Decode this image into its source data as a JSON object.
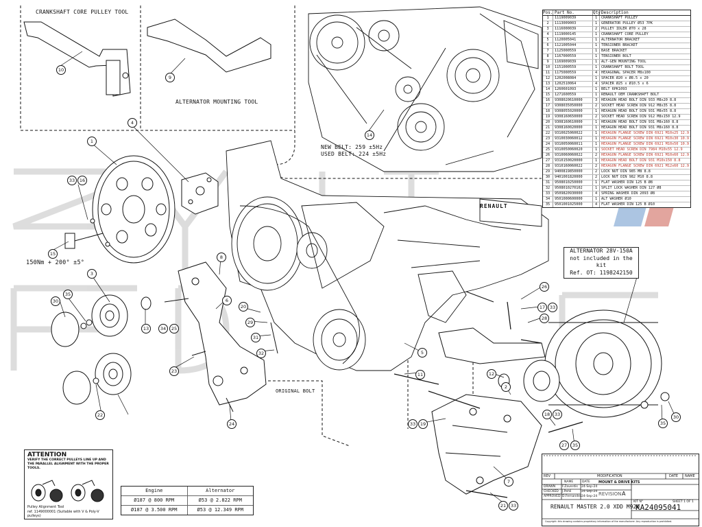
{
  "tools": {
    "crankshaft_title": "CRANKSHAFT CORE PULLEY TOOL",
    "alternator_title": "ALTERNATOR MOUNTING TOOL"
  },
  "belt": {
    "new": "NEW BELT: 259 ±5Hz",
    "used": "USED BELT: 224 ±5Hz"
  },
  "torque": "150Nm + 200° ±5°",
  "original_bolt": "ORIGINAL BOLT",
  "engine_brand": "RENAULT",
  "alternator_note": {
    "line1": "ALTERNATOR 28V-150A",
    "line2": "not included in the kit",
    "line3": "Ref. OT: 1198242150"
  },
  "callouts": [
    "10",
    "9",
    "4",
    "1",
    "33",
    "16",
    "15",
    "3",
    "30",
    "35",
    "13",
    "34",
    "25",
    "6",
    "8",
    "20",
    "29",
    "31",
    "32",
    "23",
    "24",
    "22",
    "14",
    "5",
    "11",
    "26",
    "17",
    "33",
    "28",
    "12",
    "2",
    "33",
    "19",
    "18",
    "33",
    "27",
    "35",
    "7",
    "21",
    "33",
    "35",
    "30"
  ],
  "parts_list": {
    "headers": [
      "Pos.",
      "Part No.",
      "Qty.",
      "Description"
    ],
    "rows": [
      [
        "1",
        "1119009039",
        "1",
        "CRANKSHAFT PULLEY"
      ],
      [
        "2",
        "1113009003",
        "1",
        "GENERATOR PULLEY Ø53 7PK"
      ],
      [
        "3",
        "1116000039",
        "2",
        "PULLEY IDLER Ø70 x 28"
      ],
      [
        "4",
        "1119000145",
        "1",
        "CRANKSHAFT CORE PULLEY"
      ],
      [
        "5",
        "1120005041",
        "1",
        "ALTERNATOR BRACKET"
      ],
      [
        "6",
        "1121005044",
        "1",
        "TENSIONER BRACKET"
      ],
      [
        "7",
        "1125000559",
        "1",
        "BASE BRACKET"
      ],
      [
        "8",
        "1167000559",
        "1",
        "TENSIONER BOLT"
      ],
      [
        "9",
        "1169009039",
        "1",
        "ALT-GEN MOUNTING TOOL"
      ],
      [
        "10",
        "1151000559",
        "1",
        "CRANKSHAFT BOLT TOOL"
      ],
      [
        "11",
        "1175000559",
        "4",
        "HEXAGONAL SPACER M8x100"
      ],
      [
        "12",
        "1202008084",
        "1",
        "SPACER Ø20 x Ø8.5 x 20"
      ],
      [
        "13",
        "1202510064",
        "4",
        "SPACER Ø25 x Ø10.5 x 6"
      ],
      [
        "14",
        "1260601093",
        "1",
        "BELT 6PK1093"
      ],
      [
        "15",
        "1271600559",
        "1",
        "RENAULT OEM CRANKSHAFT BOLT"
      ],
      [
        "16",
        "9308020610000",
        "3",
        "HEXAGON HEAD BOLT DIN 933 M8x20 8.8"
      ],
      [
        "17",
        "9308035050000",
        "2",
        "SOCKET HEAD SCREW DIN 912 M8x35 8.8"
      ],
      [
        "18",
        "9308055020000",
        "1",
        "HEXAGON HEAD BOLT DIN 931 M8x55 8.8"
      ],
      [
        "19",
        "9308160650000",
        "2",
        "SOCKET HEAD SCREW DIN 912 M8x150 12.9"
      ],
      [
        "20",
        "9308160610000",
        "1",
        "HEXAGON HEAD BOLT DIN 931 M8x160 8.8"
      ],
      [
        "21",
        "9308160020000",
        "1",
        "HEXAGON HEAD BOLT DIN 931 M8x160 8.8"
      ],
      [
        "22",
        "9310025060022",
        "1",
        "HEXAGON FLANGE SCREW DIN 6921 M10x25 12.9"
      ],
      [
        "23",
        "9310030060012",
        "1",
        "HEXAGON FLANGE SCREW DIN 6921 M10x30 10.9"
      ],
      [
        "24",
        "9310050060011",
        "1",
        "HEXAGON FLANGE SCREW DIN 6921 M10x50 10.9"
      ],
      [
        "25",
        "9310050060020",
        "1",
        "SOCKET HEAD SCREW DIN 7984 M10x55 12.9"
      ],
      [
        "26",
        "9310060060022",
        "2",
        "HEXAGON FLANGE SCREW DIN 6921 M10x60 12.9"
      ],
      [
        "27",
        "9310150020000",
        "1",
        "HEXAGON HEAD BOLT DIN 931 M10x150 8.8"
      ],
      [
        "28",
        "9310160060022",
        "2",
        "HEXAGON FLANGE SCREW DIN 6921 M12x60 12.9"
      ],
      [
        "29",
        "9400819850000",
        "2",
        "LOCK NUT DIN 985 M8 8.8"
      ],
      [
        "30",
        "9401001820000",
        "2",
        "LOCK NUT DIN 982 M10 8.8"
      ],
      [
        "31",
        "9508010250000",
        "1",
        "FLAT WASHER DIN 125 B Ø8"
      ],
      [
        "32",
        "9508010270102",
        "1",
        "SPLIT LOCK WASHER DIN 127 Ø8"
      ],
      [
        "33",
        "9509820930000",
        "4",
        "SPRING WASHER DIN 2093 Ø8"
      ],
      [
        "34",
        "9501000600000",
        "1",
        "ALT WASHER Ø10"
      ],
      [
        "35",
        "9501001025000",
        "4",
        "FLAT WASHER DIN 125 B Ø10"
      ]
    ]
  },
  "attention": {
    "title": "ATTENTION",
    "body": "VERIFY THE CORRECT PULLEYS LINE UP AND THE PARALLEL ALIGNMENT WITH THE PROPER TOOLS.",
    "tool_line1": "Pulley Alignment Tool",
    "tool_line2": "ref. 1149000001 (Suitable with V & Poly-V pulleys)"
  },
  "rpm_table": {
    "header": [
      "Engine",
      "Alternator"
    ],
    "rows": [
      [
        "Ø187 @ 800 RPM",
        "Ø53 @ 2.822 RPM"
      ],
      [
        "Ø187 @ 3.500 RPM",
        "Ø53 @ 12.349 RPM"
      ]
    ]
  },
  "title_block": {
    "rev": "REV",
    "modification": "MODIFICATION",
    "date": "DATE",
    "name": "NAME",
    "name_col": "NAME",
    "date_col": "DATE",
    "drawn": "DRAWN",
    "drawn_name": "F.Zaverdis",
    "drawn_date": "24-Sep-24",
    "checked": "CHECKED",
    "checked_name": "J.Pehli",
    "checked_date": "24-Sep-24",
    "approved": "APPROVED",
    "approved_name": "D.Fernandez",
    "approved_date": "24-Sep-24",
    "category": "MOUNT & DRIVE KITS",
    "revision_label": "REVISION",
    "revision_value": "A",
    "model": "RENAULT MASTER 2.0 XDD M920",
    "kit_label": "KIT N°",
    "sheet_label": "SHEET 1 OF 1",
    "kit_number": "KA24095041",
    "footer": "Copyright: this drawing contains proprietary information of the manufacturer. Any reproduction is prohibited."
  },
  "colors": {
    "line": "#111111",
    "watermark": "#d9d9d9",
    "accent_red": "#c0392b",
    "accent_blue": "#4a7fc1"
  }
}
